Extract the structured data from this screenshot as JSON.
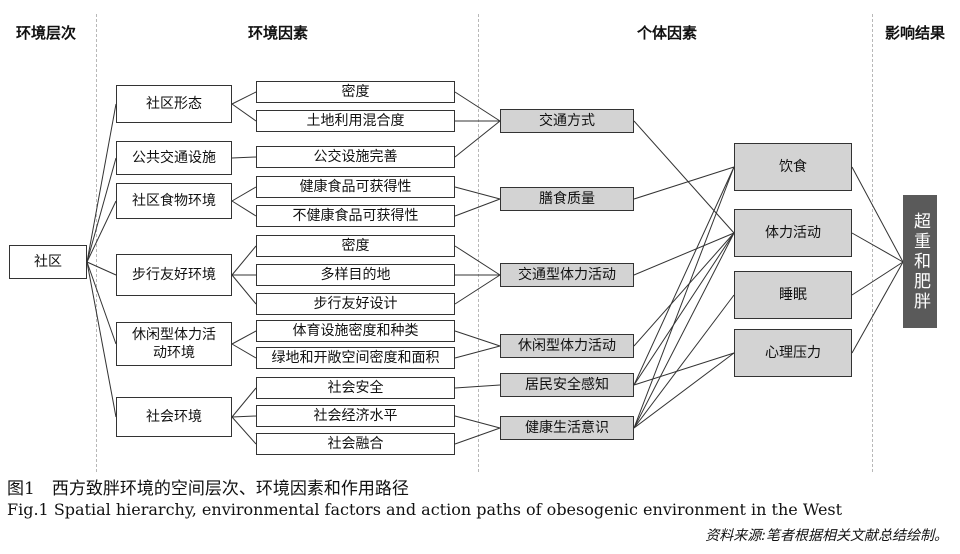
{
  "headers": [
    "环境层次",
    "环境因素",
    "个体因素",
    "影响结果"
  ],
  "levels": {
    "community": "社区",
    "c1": "社区形态",
    "c2": "公共交通设施",
    "c3": "社区食物环境",
    "c4": "步行友好环境",
    "c5": "休闲型体力活动环境",
    "c6": "社会环境"
  },
  "factors": [
    "密度",
    "土地利用混合度",
    "公交设施完善",
    "健康食品可获得性",
    "不健康食品可获得性",
    "密度",
    "多样目的地",
    "步行友好设计",
    "体育设施密度和种类",
    "绿地和开敞空间密度和面积",
    "社会安全",
    "社会经济水平",
    "社会融合"
  ],
  "individual": [
    "交通方式",
    "膳食质量",
    "交通型体力活动",
    "休闲型体力活动",
    "居民安全感知",
    "健康生活意识"
  ],
  "outcomes": [
    "饮食",
    "体力活动",
    "睡眠",
    "心理压力"
  ],
  "result": "超重和肥胖",
  "caption": {
    "cn": "图1　西方致胖环境的空间层次、环境因素和作用路径",
    "en": "Fig.1  Spatial hierarchy, environmental factors and action paths of obesogenic environment in the West",
    "source": "资料来源:笔者根据相关文献总结绘制。"
  },
  "colors": {
    "gray_box": "#d3d3d3",
    "dark_box": "#5a5a5a",
    "border": "#333333"
  }
}
